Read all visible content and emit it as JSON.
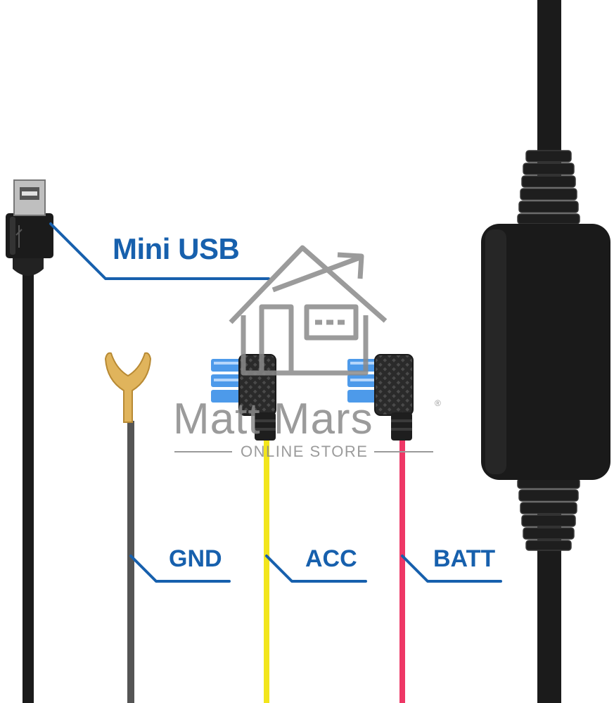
{
  "labels": {
    "mini_usb": "Mini USB",
    "gnd": "GND",
    "acc": "ACC",
    "batt": "BATT"
  },
  "watermark": {
    "name": "Matt Mars",
    "registered": "®",
    "subtitle": "ONLINE STORE"
  },
  "colors": {
    "label_blue": "#1760ad",
    "cable_black": "#1b1b1b",
    "wire_gnd": "#555555",
    "wire_acc": "#f2e51c",
    "wire_batt": "#ee3766",
    "fuse_blue": "#3a8fe8",
    "fork_gold": "#e0b45c",
    "watermark_gray": "#8a8a8a"
  }
}
